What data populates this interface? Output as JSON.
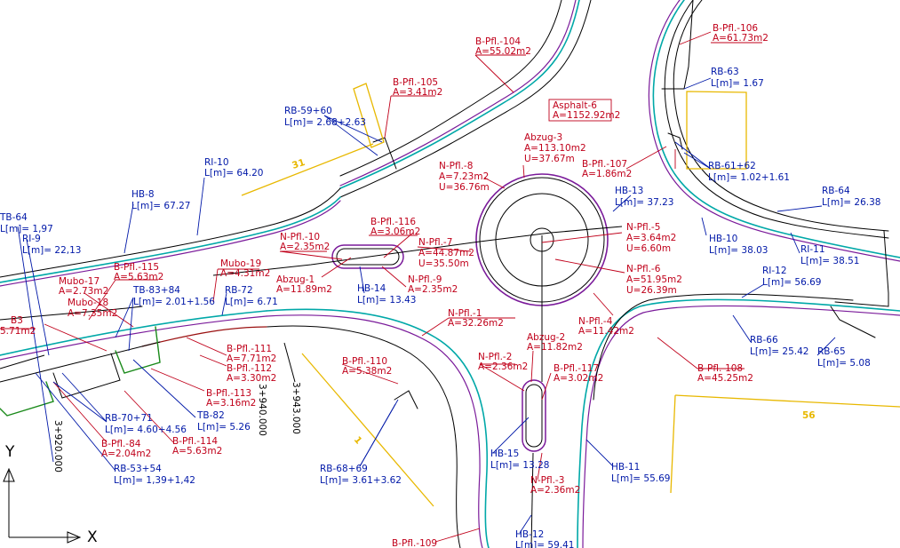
{
  "colors": {
    "background": "#ffffff",
    "area_label": "#c0001a",
    "length_label": "#0018a8",
    "yellow_marker": "#e8b800",
    "curb_line": "#00a8a8",
    "edge_line": "#7a1a9a",
    "green_line": "#1a8a1a"
  },
  "area_labels": [
    {
      "name": "B-Pfl.-104",
      "value": "A=55.02m2"
    },
    {
      "name": "B-Pfl.-105",
      "value": "A=3.41m2"
    },
    {
      "name": "B-Pfl.-106",
      "value": "A=61.73m2"
    },
    {
      "name": "Asphalt-6",
      "value": "A=1152.92m2"
    },
    {
      "name": "Abzug-3",
      "value": "A=113.10m2",
      "extra": "U=37.67m"
    },
    {
      "name": "B-Pfl.-107",
      "value": "A=1.86m2"
    },
    {
      "name": "N-Pfl.-8",
      "value": "A=7.23m2",
      "extra": "U=36.76m"
    },
    {
      "name": "B-Pfl.-116",
      "value": "A=3.06m2"
    },
    {
      "name": "N-Pfl.-10",
      "value": "A=2.35m2"
    },
    {
      "name": "N-Pfl.-7",
      "value": "A=44.87m2",
      "extra": "U=35.50m"
    },
    {
      "name": "N-Pfl.-5",
      "value": "A=3.64m2",
      "extra": "U=6.60m"
    },
    {
      "name": "N-Pfl.-6",
      "value": "A=51.95m2",
      "extra": "U=26.39m"
    },
    {
      "name": "Mubo-19",
      "value": "A=4.31m2"
    },
    {
      "name": "Abzug-1",
      "value": "A=11.89m2"
    },
    {
      "name": "N-Pfl.-9",
      "value": "A=2.35m2"
    },
    {
      "name": "B-Pfl.-115",
      "value": "A=5.63m2"
    },
    {
      "name": "Mubo-17",
      "value": "A=2.73m2"
    },
    {
      "name": "Mubo-18",
      "value": "A=7.35m2"
    },
    {
      "name": "N-Pfl.-1",
      "value": "A=32.26m2"
    },
    {
      "name": "N-Pfl.-4",
      "value": "A=11.42m2"
    },
    {
      "name": "Abzug-2",
      "value": "A=11.82m2"
    },
    {
      "name": "B-Pfl.-111",
      "value": "A=7.71m2"
    },
    {
      "name": "B-Pfl.-112",
      "value": "A=3.30m2"
    },
    {
      "name": "B-Pfl.-113",
      "value": "A=3.16m2"
    },
    {
      "name": "B-Pfl.-110",
      "value": "A=5.38m2"
    },
    {
      "name": "N-Pfl.-2",
      "value": "A=2.36m2"
    },
    {
      "name": "B-Pfl.-117",
      "value": "A=3.02m2"
    },
    {
      "name": "B-Pfl.-108",
      "value": "A=45.25m2"
    },
    {
      "name": "B-Pfl.-84",
      "value": "A=2.04m2"
    },
    {
      "name": "B-Pfl.-114",
      "value": "A=5.63m2"
    },
    {
      "name": "N-Pfl.-3",
      "value": "A=2.36m2"
    },
    {
      "name": "B-Pfl.-109",
      "value": ""
    },
    {
      "name": "B3",
      "value": "5.71m2"
    }
  ],
  "length_labels": [
    {
      "name": "RB-63",
      "value": "L[m]=  1.67"
    },
    {
      "name": "RB-59+60",
      "value": "L[m]=  2.68+2.63"
    },
    {
      "name": "RI-10",
      "value": "L[m]=  64.20"
    },
    {
      "name": "RB-61+62",
      "value": "L[m]=  1.02+1.61"
    },
    {
      "name": "HB-8",
      "value": "L[m]=  67.27"
    },
    {
      "name": "HB-13",
      "value": "L[m]=  37.23"
    },
    {
      "name": "RB-64",
      "value": "L[m]=  26.38"
    },
    {
      "name": "TB-64",
      "value": "L[m]=  1,97"
    },
    {
      "name": "RI-9",
      "value": "L[m]=  22,13"
    },
    {
      "name": "HB-10",
      "value": "L[m]=  38.03"
    },
    {
      "name": "RI-11",
      "value": "L[m]=  38.51"
    },
    {
      "name": "HB-14",
      "value": "L[m]=  13.43"
    },
    {
      "name": "RI-12",
      "value": "L[m]=  56.69"
    },
    {
      "name": "TB-83+84",
      "value": "L[m]=  2.01+1.56"
    },
    {
      "name": "RB-72",
      "value": "L[m]=  6.71"
    },
    {
      "name": "RB-66",
      "value": "L[m]=  25.42"
    },
    {
      "name": "RB-65",
      "value": "L[m]=  5.08"
    },
    {
      "name": "TB-82",
      "value": "L[m]=  5.26"
    },
    {
      "name": "RB-70+71",
      "value": "L[m]=  4.60+4.56"
    },
    {
      "name": "RB-68+69",
      "value": "L[m]=  3.61+3.62"
    },
    {
      "name": "HB-15",
      "value": "L[m]=  13.28"
    },
    {
      "name": "HB-11",
      "value": "L[m]=  55.69"
    },
    {
      "name": "RB-53+54",
      "value": "L[m]=  1,39+1,42"
    },
    {
      "name": "HB-12",
      "value": "L[m]=  59.41"
    }
  ],
  "markers": [
    "31",
    "56",
    "1"
  ],
  "stations": [
    "3+943.000",
    "3+940.000",
    "3+920.000"
  ],
  "axes": {
    "y": "Y",
    "x": "X"
  }
}
